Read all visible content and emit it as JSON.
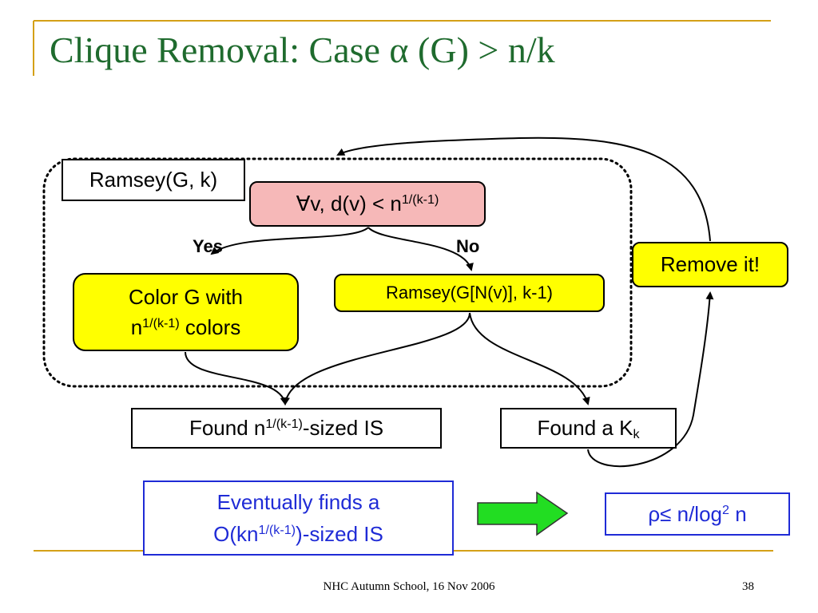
{
  "title": "Clique Removal:  Case α (G) > n/k",
  "diagram": {
    "ramsey_label": "Ramsey(G, k)",
    "condition": {
      "prefix": "∀v, d(v) < n",
      "sup": "1/(k-1)"
    },
    "yes_label": "Yes",
    "no_label": "No",
    "color_box": {
      "line1": "Color G with",
      "line2_pre": "n",
      "line2_sup": "1/(k-1)",
      "line2_post": " colors"
    },
    "ramsey_recursive": "Ramsey(G[N(v)], k-1)",
    "remove": "Remove it!",
    "found_is": {
      "pre": "Found n",
      "sup": "1/(k-1)",
      "post": "-sized IS"
    },
    "found_k": {
      "pre": "Found a K",
      "sub": "k"
    },
    "eventually": {
      "line1": "Eventually finds a",
      "line2_pre": "O(kn",
      "line2_sup": "1/(k-1)",
      "line2_post": ")-sized IS"
    },
    "rho": {
      "pre": "ρ≤ n/log",
      "sup": "2",
      "post": " n"
    }
  },
  "colors": {
    "title": "#1f6b2e",
    "accent_gold": "#d4a017",
    "highlight": "#ffff00",
    "condition_fill": "#f6b8b8",
    "blue": "#1f2bd6",
    "arrow_green": "#22dd22"
  },
  "footer": {
    "text": "NHC Autumn School, 16 Nov 2006",
    "page": "38"
  }
}
